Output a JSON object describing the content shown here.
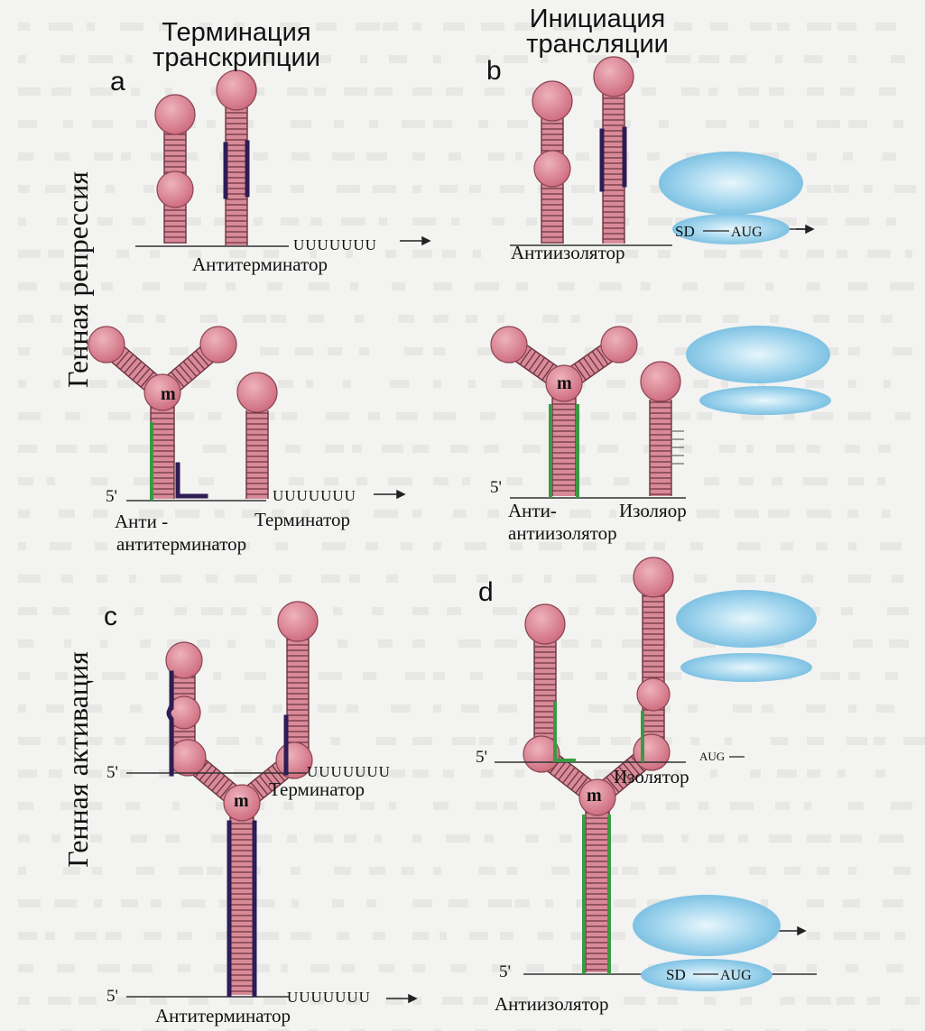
{
  "headers": {
    "col_left": [
      "Терминация",
      "транскрипции"
    ],
    "col_right": [
      "Инициация",
      "трансляции"
    ],
    "row_top": "Генная репрессия",
    "row_bottom": "Генная активация"
  },
  "panels": {
    "a": "a",
    "b": "b",
    "c": "c",
    "d": "d"
  },
  "labels": {
    "antiterminator_a": "Антитерминатор",
    "antiisolator_b": "Антиизолятор",
    "anti_antiterminator_1": "Анти -",
    "anti_antiterminator_2": "антитерминатор",
    "terminator_a2": "Терминатор",
    "anti_antiisolator_1": "Анти-",
    "anti_antiisolator_2": "антиизолятор",
    "isolator_b2": "Изоляор",
    "terminator_c1": "Терминатор",
    "isolator_d1": "Изолятор",
    "antiterminator_c2": "Антитерминатор",
    "antiisolator_d2": "Антиизолятор"
  },
  "sequences": {
    "uuu": "UUUUUUU",
    "uuu_c1": "UUUUUUU",
    "five_prime": "5'",
    "sd": "SD",
    "aug": "AUG",
    "aug_d1": "AUG",
    "m": "m"
  },
  "colors": {
    "stem": "#d98a98",
    "loop": "#dd8795",
    "ribosome": "#9dd2ec",
    "green": "#3a9a44",
    "purple": "#2e1c54"
  }
}
